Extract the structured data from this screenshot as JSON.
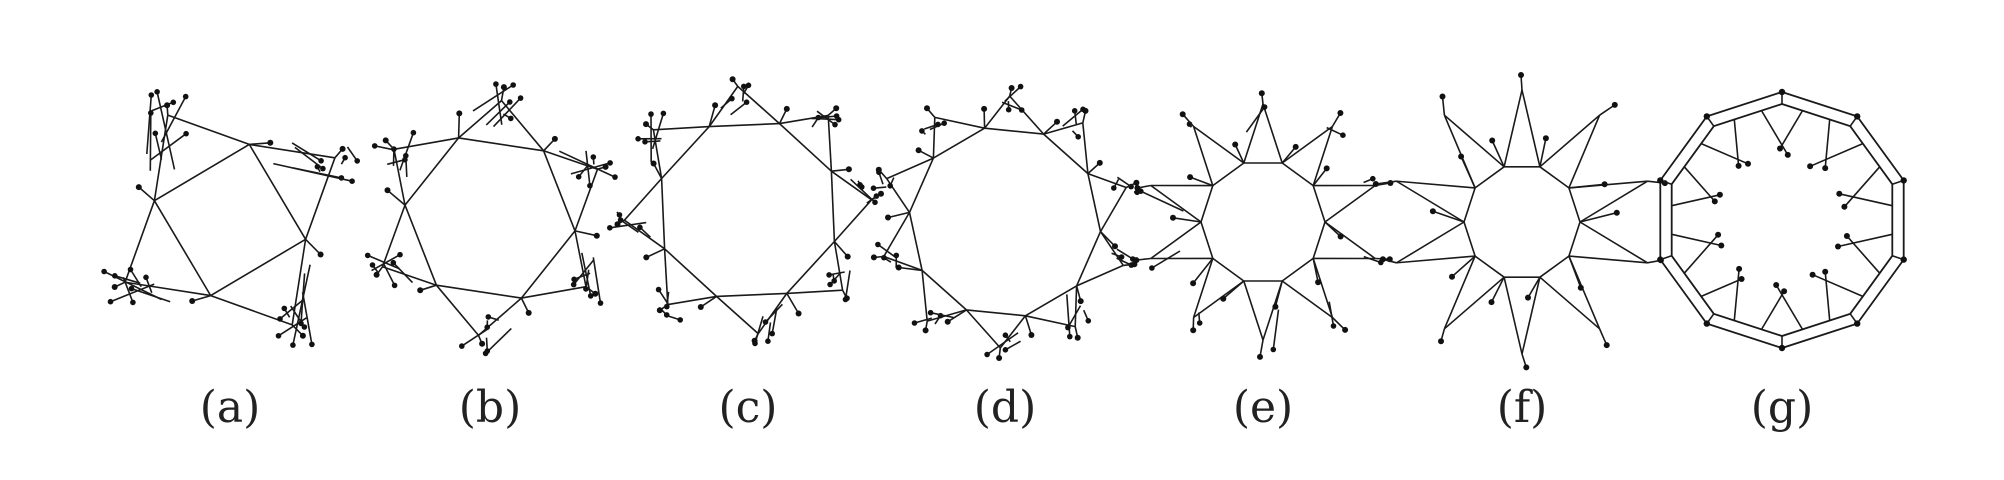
{
  "panels": [
    {
      "label": "(a)"
    },
    {
      "label": "(b)"
    },
    {
      "label": "(c)"
    },
    {
      "label": "(d)"
    },
    {
      "label": "(e)"
    },
    {
      "label": "(f)"
    },
    {
      "label": "(g)"
    }
  ],
  "colors": {
    "ink": "#1a1a1a",
    "background": "#ffffff"
  }
}
